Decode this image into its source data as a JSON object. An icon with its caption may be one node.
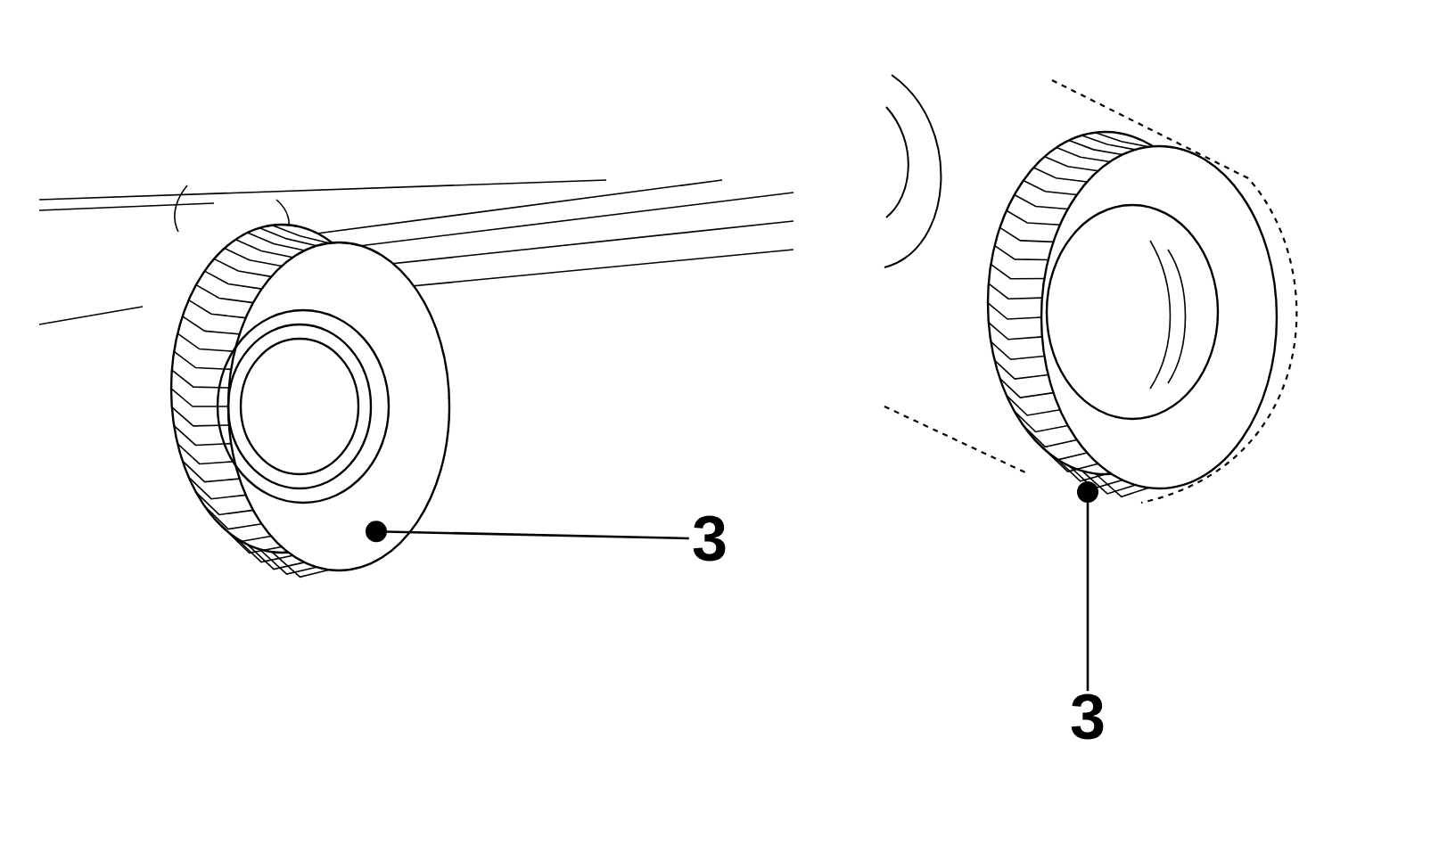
{
  "diagram": {
    "nodes": [
      {
        "text": [
          "3"
        ]
      },
      {
        "text": [],
        "shape": "picture"
      },
      {
        "text": [],
        "shape": "picture"
      },
      {
        "text": [
          "3"
        ]
      }
    ],
    "edges": [
      {
        "from": 0,
        "to": 1,
        "arrow": "other"
      },
      {
        "from": 3,
        "to": 2,
        "arrow": "other"
      }
    ]
  }
}
